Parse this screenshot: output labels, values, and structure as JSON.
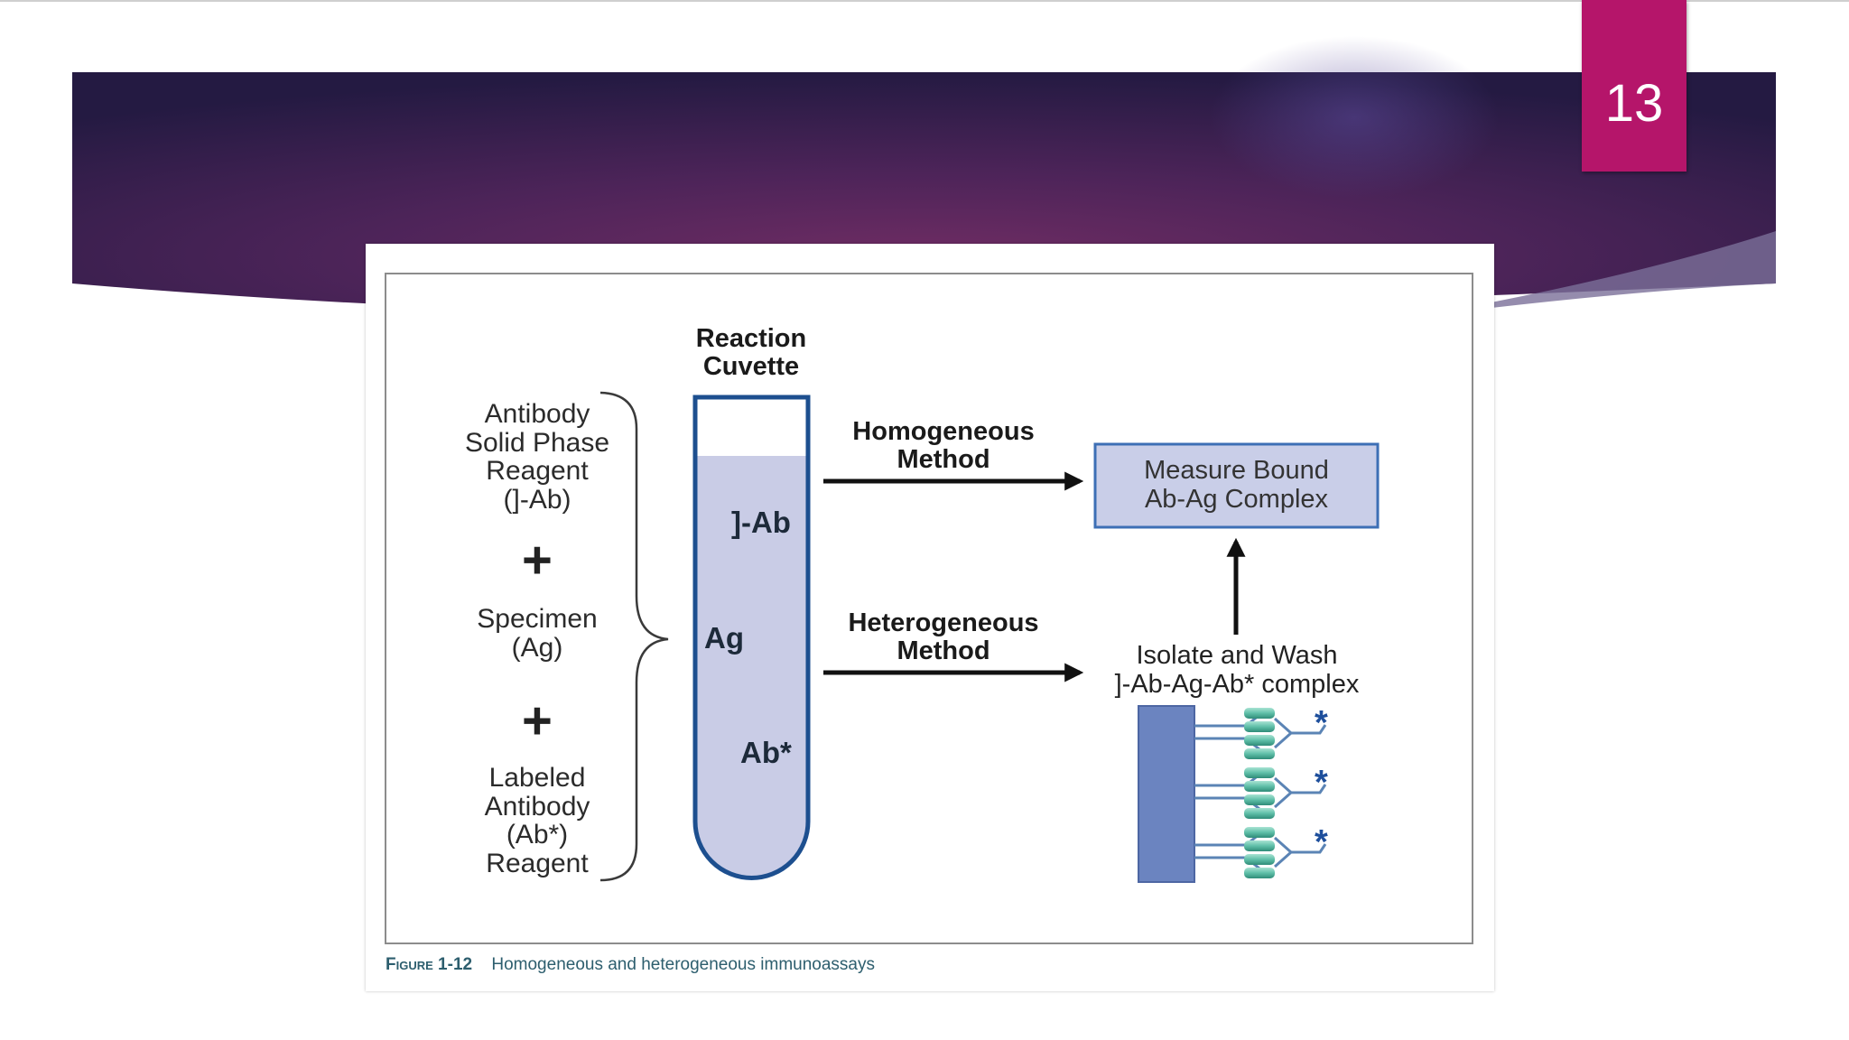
{
  "slide": {
    "page_number": "13",
    "accent_color": "#b5156a",
    "banner_color": "#3a1f4f"
  },
  "figure": {
    "reagents": {
      "antibody": [
        "Antibody",
        "Solid Phase",
        "Reagent",
        "(]-Ab)"
      ],
      "plus_1": "+",
      "specimen": [
        "Specimen",
        "(Ag)"
      ],
      "plus_2": "+",
      "labeled": [
        "Labeled",
        "Antibody",
        "(Ab*)",
        "Reagent"
      ]
    },
    "cuvette": {
      "title": [
        "Reaction",
        "Cuvette"
      ],
      "contents": [
        "]-Ab",
        "Ag",
        "Ab*"
      ],
      "fill_color": "#c9cce6",
      "outline_color": "#1d4f8f"
    },
    "methods": {
      "homogeneous": [
        "Homogeneous",
        "Method"
      ],
      "heterogeneous": [
        "Heterogeneous",
        "Method"
      ]
    },
    "measure_box": {
      "text": [
        "Measure Bound",
        "Ab-Ag Complex"
      ],
      "fill_color": "#c9cee8",
      "border_color": "#3d6fb5"
    },
    "isolate": {
      "text": [
        "Isolate and Wash",
        "]-Ab-Ag-Ab* complex"
      ],
      "solid_phase_color": "#6b84c0",
      "antibody_color": "#5fbfa8",
      "label_star": "*",
      "star_color": "#1e4f9c"
    },
    "caption": {
      "label": "Figure 1-12",
      "text": "Homogeneous and heterogeneous immunoassays",
      "color": "#2d5e6e"
    }
  }
}
